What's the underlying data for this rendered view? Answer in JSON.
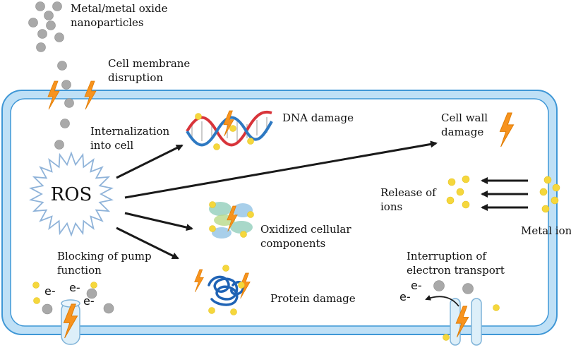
{
  "labels": {
    "nanoparticles_line1": "Metal/metal oxide",
    "nanoparticles_line2": "nanoparticles",
    "membrane_line1": "Cell membrane",
    "membrane_line2": "disruption",
    "internalization_line1": "Internalization",
    "internalization_line2": "into cell",
    "ros": "ROS",
    "dna_damage": "DNA damage",
    "cell_wall_line1": "Cell wall",
    "cell_wall_line2": "damage",
    "release_line1": "Release of",
    "release_line2": "ions",
    "oxidized_line1": "Oxidized cellular",
    "oxidized_line2": "components",
    "metal_ions": "Metal ions",
    "pump_line1": "Blocking of pump",
    "pump_line2": "function",
    "electron_line1": "Interruption of",
    "electron_line2": "electron transport",
    "protein_damage": "Protein damage",
    "electron_symbol": "e-"
  },
  "colors": {
    "membrane_fill": "#bfe0f6",
    "membrane_stroke": "#3f97d6",
    "nanoparticle": "#a9a9a9",
    "ion": "#f5d73c",
    "lightning": "#f7931e",
    "arrow": "#1a1a1a",
    "dna_strand_red": "#d8343a",
    "dna_strand_blue": "#2e79c2",
    "protein": "#1f63b5"
  }
}
